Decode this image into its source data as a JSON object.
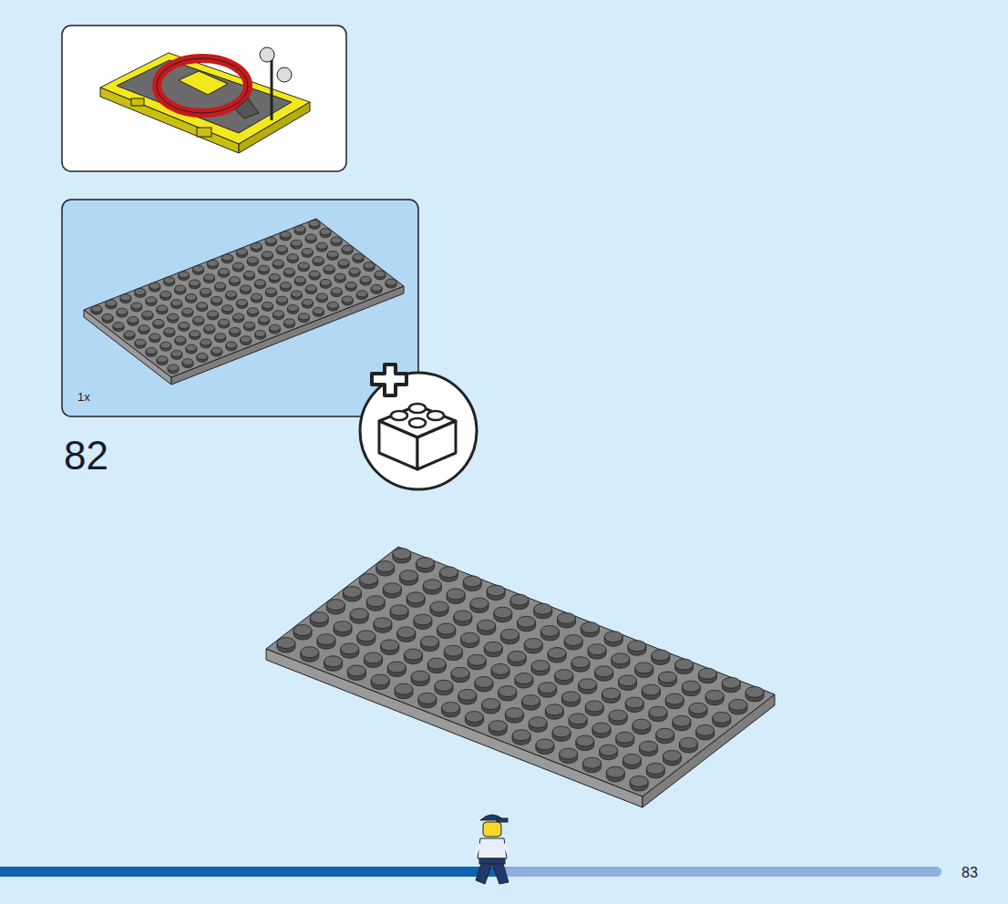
{
  "diagram": {
    "nodes": [
      {
        "text": [
          "1x"
        ]
      }
    ],
    "labels": [
      "82",
      "83"
    ]
  }
}
